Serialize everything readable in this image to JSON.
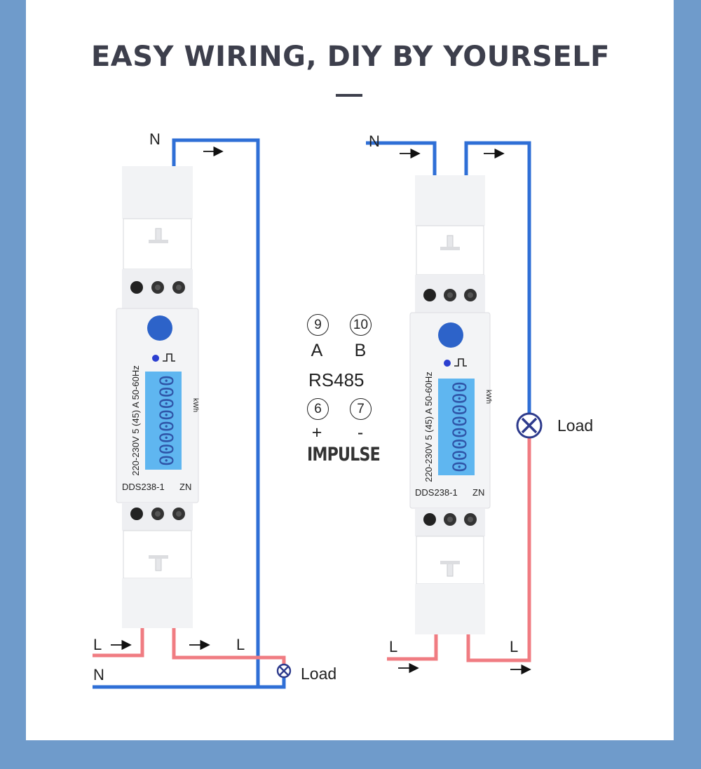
{
  "header": {
    "title": "EASY WIRING, DIY BY YOURSELF"
  },
  "wiring_left": {
    "label_n_top": "N",
    "label_l_in": "L",
    "label_l_out": "L",
    "label_n_bottom": "N",
    "load_label": "Load"
  },
  "wiring_right": {
    "label_n_top": "N",
    "label_l_in": "L",
    "label_l_out": "L",
    "load_label": "Load"
  },
  "meter": {
    "model": "DDS238-1",
    "brand": "ZN",
    "rating": "220-230V 5 (45) A 50-60Hz",
    "display": "00000000",
    "unit": "kWh",
    "pulse_symbol": "⎍"
  },
  "terminals": {
    "rs485_a_num": "9",
    "rs485_b_num": "10",
    "rs485_a": "A",
    "rs485_b": "B",
    "rs485_label": "RS485",
    "impulse_plus_num": "6",
    "impulse_minus_num": "7",
    "impulse_plus": "+",
    "impulse_minus": "-",
    "impulse_label": "IMPULSE"
  },
  "colors": {
    "neutral_wire": "#2f6fd6",
    "live_wire": "#f07c82",
    "background": "#6f9bcb",
    "lcd": "#5fb6f0",
    "button": "#2d63c9"
  }
}
